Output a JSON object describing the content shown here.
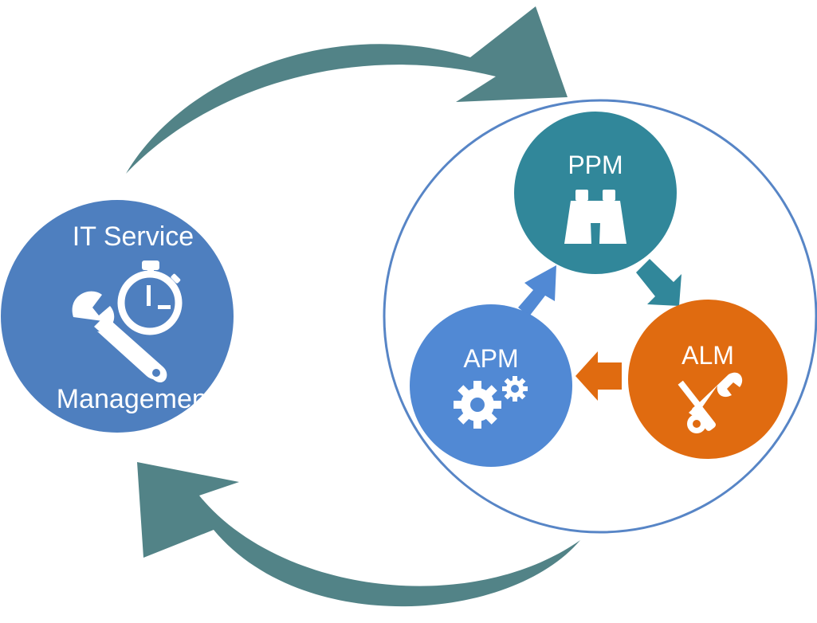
{
  "colors": {
    "background": "#ffffff",
    "cycle_arrow": "#528387",
    "itsm": "#4e7fbf",
    "container_ring": "#5785c6",
    "ppm": "#31879a",
    "alm": "#e06b10",
    "apm": "#5189d4",
    "arrow_ppm_to_alm": "#31879a",
    "arrow_alm_to_apm": "#e06b10",
    "arrow_apm_to_ppm": "#5189d4",
    "icon": "#ffffff"
  },
  "itsm": {
    "label_line1": "IT Service",
    "label_line2": "Management",
    "icon": "wrench-stopwatch-icon"
  },
  "ppm": {
    "label": "PPM",
    "icon": "binoculars-icon"
  },
  "alm": {
    "label": "ALM",
    "icon": "screwdriver-wrench-icon"
  },
  "apm": {
    "label": "APM",
    "icon": "gears-icon"
  }
}
